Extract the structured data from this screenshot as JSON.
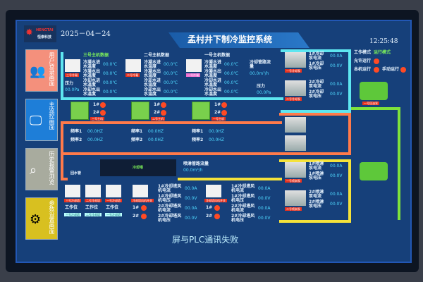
{
  "header": {
    "logo_en": "HENGTAI",
    "logo_cn": "恒泰科技",
    "date": "2025－04－24",
    "title": "孟村井下制冷监控系统",
    "time": "12:25:48"
  },
  "sidebar": [
    {
      "label": "用户登录画面",
      "icon": "users-icon",
      "color": "#f4907c"
    },
    {
      "label": "主监控画面",
      "icon": "monitor-icon",
      "color": "#1e7ed8"
    },
    {
      "label": "历史报警浏览",
      "icon": "search-icon",
      "color": "#a8ab9e"
    },
    {
      "label": "参数设置画面",
      "icon": "gear-icon",
      "color": "#d8c020"
    }
  ],
  "units": [
    {
      "title": "三号主机数据",
      "name": "三号主机",
      "tag": "三号冷凝"
    },
    {
      "title": "二号主机数据",
      "name": "二号主机",
      "tag": "二号冷凝"
    },
    {
      "title": "一号主机数据",
      "name": "一号主机",
      "tag": "一号冷凝"
    }
  ],
  "unit_rows": [
    {
      "label": "冷凝水进水温度",
      "value": "00.0℃"
    },
    {
      "label": "冷凝水出水温度",
      "value": "00.0℃"
    },
    {
      "label": "冷却水进水温度",
      "value": "00.0℃"
    },
    {
      "label": "冷却水出水温度",
      "value": "00.0℃"
    }
  ],
  "freq": [
    {
      "label": "频率1",
      "value": "00.0HZ"
    },
    {
      "label": "频率2",
      "value": "00.0HZ"
    }
  ],
  "pump_nums": [
    "1#",
    "2#"
  ],
  "pressure": {
    "label": "压力",
    "value": "00.0Pa"
  },
  "flow": {
    "cool_label": "冷却管路流量",
    "cool_value": "00.0m³/h",
    "spray_label": "喷淋管路流量",
    "spray_value": "00.0m³/h"
  },
  "mode": {
    "label": "工作模式",
    "value": "运行模式",
    "allow": "允许运行",
    "local": "本机运行",
    "manual": "手动运行"
  },
  "cool_pumps": [
    {
      "label": "1#冷却泵电流",
      "value": "00.0A",
      "tag": "一号冷却泵"
    },
    {
      "label": "1#冷却泵电压",
      "value": "00.0V"
    },
    {
      "label": "2#冷却泵电流",
      "value": "00.0A",
      "tag": "二号冷却泵"
    },
    {
      "label": "2#冷却泵电压",
      "value": "00.0V"
    }
  ],
  "spray_pumps": [
    {
      "label": "1#喷淋泵电流",
      "value": "00.0A",
      "tag": "一号喷淋泵"
    },
    {
      "label": "1#喷淋泵电压",
      "value": "00.0V"
    },
    {
      "label": "2#喷淋泵电流",
      "value": "00.0A",
      "tag": "二号喷淋泵"
    },
    {
      "label": "2#喷淋泵电压",
      "value": "00.0V"
    }
  ],
  "towers": [
    {
      "tag": "三号冷却塔",
      "work": "工作位",
      "btn": "三号冷却塔"
    },
    {
      "tag": "二号冷却塔",
      "work": "工作位",
      "btn": "二号冷却塔"
    },
    {
      "tag": "一号冷却塔",
      "work": "工作位",
      "btn": "一号冷却塔"
    }
  ],
  "fans": [
    {
      "label": "1#冷却塔风机电流",
      "value": "00.0A"
    },
    {
      "label": "1#冷却塔风机电压",
      "value": "00.0V"
    },
    {
      "label": "2#冷却塔风机电流",
      "value": "00.0A"
    },
    {
      "label": "2#冷却塔风机电压",
      "value": "00.0V"
    }
  ],
  "tower_tags": [
    "冷却塔风机开关",
    "冷却塔风机开关"
  ],
  "panel_label": "冷却塔",
  "ro_tag": "一号回油泵",
  "return_label": "回水管",
  "status": "屏与PLC通讯失败"
}
